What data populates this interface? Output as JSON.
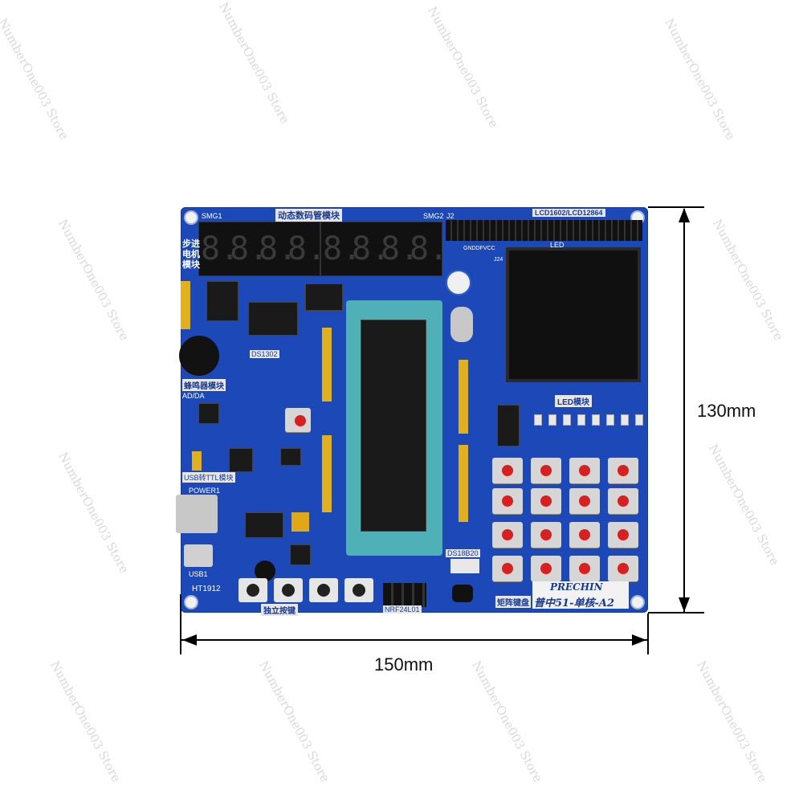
{
  "watermark": "NumberOne003 Store",
  "dimensions": {
    "height_label": "130mm",
    "width_label": "150mm"
  },
  "board": {
    "brand": "PRECHIN",
    "model": "普中51-单核-A2",
    "labels": {
      "smg1": "SMG1",
      "smg2": "SMG2",
      "seg_module": "动态数码管模块",
      "lcd": "LCD1602/LCD12864",
      "led_top": "LED",
      "stepper": "步进电机模块",
      "buzzer": "蜂鸣器模块",
      "adda": "AD/DA",
      "usb_ttl": "USB转TTL模块",
      "power": "POWER1",
      "usb": "USB1",
      "ht": "HT1912",
      "indep_keys": "独立按键",
      "nrf": "NRF24L01",
      "ds1302": "DS1302",
      "ds18b20": "DS18B20",
      "led_module": "LED模块",
      "matrix": "矩阵键盘",
      "j2": "J2",
      "j24": "J24",
      "gnd_vcc": "GNDDFVCC"
    },
    "display_digits": [
      "8.",
      "8.",
      "8.",
      "8.",
      "8.",
      "8.",
      "8.",
      "8."
    ]
  }
}
